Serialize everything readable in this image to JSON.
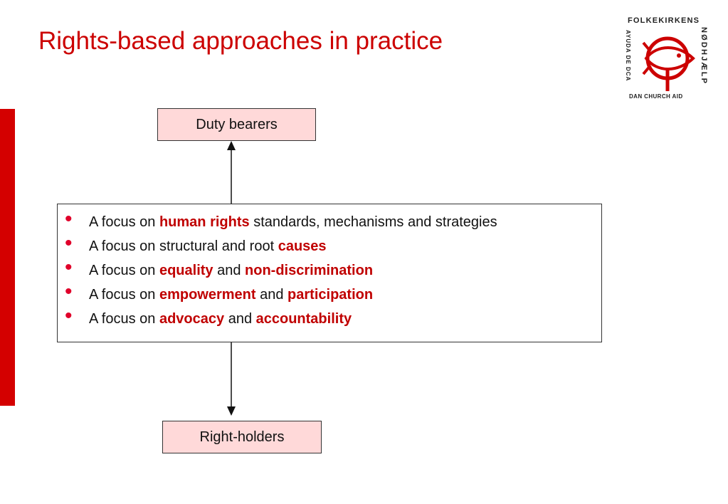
{
  "title": "Rights-based approaches in practice",
  "logo": {
    "top_text": "FOLKEKIRKENS",
    "right_text": "NØDHJÆLP",
    "left_text": "AYUDA DE DCA",
    "bottom_text": "DAN CHURCH AID",
    "color": "#cc0000"
  },
  "diagram": {
    "top_box": "Duty bearers",
    "bottom_box": "Right-holders",
    "items": [
      {
        "p1": "A focus on ",
        "e1": "human rights",
        "p2": " standards, mechanisms and strategies",
        "e2": ""
      },
      {
        "p1": "A focus on structural and root ",
        "e1": "causes",
        "p2": "",
        "e2": ""
      },
      {
        "p1": "A focus on ",
        "e1": "equality",
        "p2": " and ",
        "e2": "non-discrimination"
      },
      {
        "p1": "A focus on ",
        "e1": "empowerment",
        "p2": " and ",
        "e2": "participation"
      },
      {
        "p1": "A focus on ",
        "e1": "advocacy",
        "p2": " and ",
        "e2": "accountability"
      }
    ]
  },
  "colors": {
    "accent": "#cc0000",
    "box_fill": "#ffd9d9",
    "bullet": "#e0002a"
  }
}
